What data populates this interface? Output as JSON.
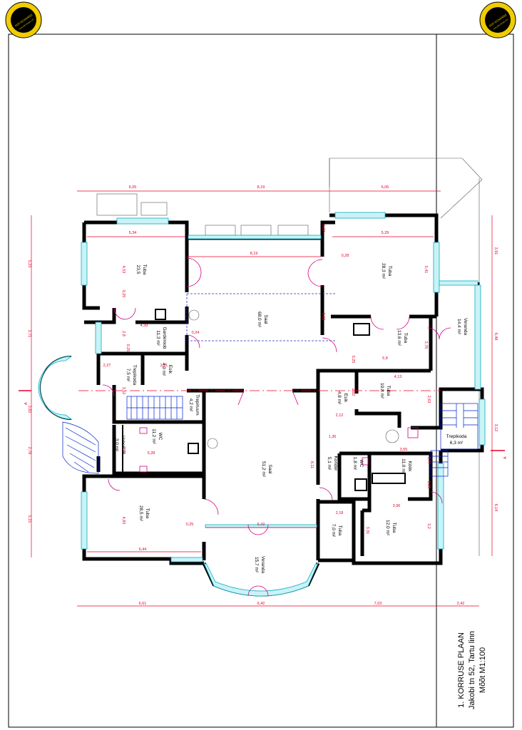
{
  "badge": {
    "top_text": "PDF-ECHANGE",
    "bottom_text": "www.pdf-change.com"
  },
  "title_block": {
    "line1": "1. KORRUSE PLAAN",
    "line2": "Jakobi tn 52, Tartu linn",
    "line3": "Mõõt M1:100"
  },
  "section_marks": {
    "left": "A",
    "right": "A"
  },
  "rooms": [
    {
      "id": "tuba-nw",
      "name": "Tuba",
      "area": "23,5"
    },
    {
      "id": "saal-n",
      "name": "Saal",
      "area": "68,0 m²"
    },
    {
      "id": "tuba-ne",
      "name": "Tuba",
      "area": "28,3 m²"
    },
    {
      "id": "garderoob",
      "name": "Garderoob",
      "area": "11,3 m²"
    },
    {
      "id": "tuba-e1",
      "name": "Tuba",
      "area": "13,6 m²"
    },
    {
      "id": "veranda-e",
      "name": "Veranda",
      "area": "14,4 m²"
    },
    {
      "id": "esik-w",
      "name": "Esik",
      "area": "4,0 m²"
    },
    {
      "id": "trepikoda-w",
      "name": "Trepikoda",
      "area": "7,5 m²"
    },
    {
      "id": "trepiruum",
      "name": "Trepiruum",
      "area": "4,2 m²"
    },
    {
      "id": "tuba-e2",
      "name": "Tuba",
      "area": "10,8 m²"
    },
    {
      "id": "esik-e",
      "name": "Esik",
      "area": "4,8 m²"
    },
    {
      "id": "trepikoda-e",
      "name": "Trepikoda",
      "area": "6,3 m²"
    },
    {
      "id": "wc-w",
      "name": "WC",
      "area": "11,2 m²"
    },
    {
      "id": "vahekaik",
      "name": "Vahekäik",
      "area": "3,0 m²"
    },
    {
      "id": "saal-s",
      "name": "Saal",
      "area": "51,2 m²"
    },
    {
      "id": "koridor",
      "name": "Koridor",
      "area": "5,1 m²"
    },
    {
      "id": "wc-e",
      "name": "WC",
      "area": "1,8 m²"
    },
    {
      "id": "kook",
      "name": "Köök",
      "area": "11,0 m²"
    },
    {
      "id": "tuba-sw",
      "name": "Tuba",
      "area": "28,5 m²"
    },
    {
      "id": "tuba-s",
      "name": "Tuba",
      "area": "7,0 m²"
    },
    {
      "id": "tuba-se",
      "name": "Tuba",
      "area": "12,0 m²"
    },
    {
      "id": "veranda-s",
      "name": "Veranda",
      "area": "15,7 m²"
    }
  ],
  "dimensions": {
    "top": [
      "6,05",
      "8,19",
      "6,06"
    ],
    "bottom": [
      "6,61",
      "6,42",
      "7,03",
      "2,42"
    ],
    "left": [
      "5,23",
      "2,71",
      "3,82",
      "2,78",
      "5,15"
    ],
    "right": [
      "3,91",
      "6,48",
      "3,12",
      "6,14"
    ],
    "inner": [
      "5,34",
      "5,29",
      "8,19",
      "0,27",
      "0,28",
      "4,53",
      "5,41",
      "4,39",
      "8,33",
      "0,25",
      "2,8",
      "0,24",
      "5,8",
      "2,76",
      "0,25",
      "2,27",
      "2,31",
      "4,13",
      "0,25",
      "2,82",
      "2,63",
      "3,52",
      "2,12",
      "1,36",
      "3,55",
      "2,76",
      "5,28",
      "3,77",
      "8,11",
      "3,96",
      "0,25",
      "4,83",
      "2,18",
      "3,31",
      "3,2",
      "6,42",
      "6,44",
      "0,25"
    ]
  }
}
